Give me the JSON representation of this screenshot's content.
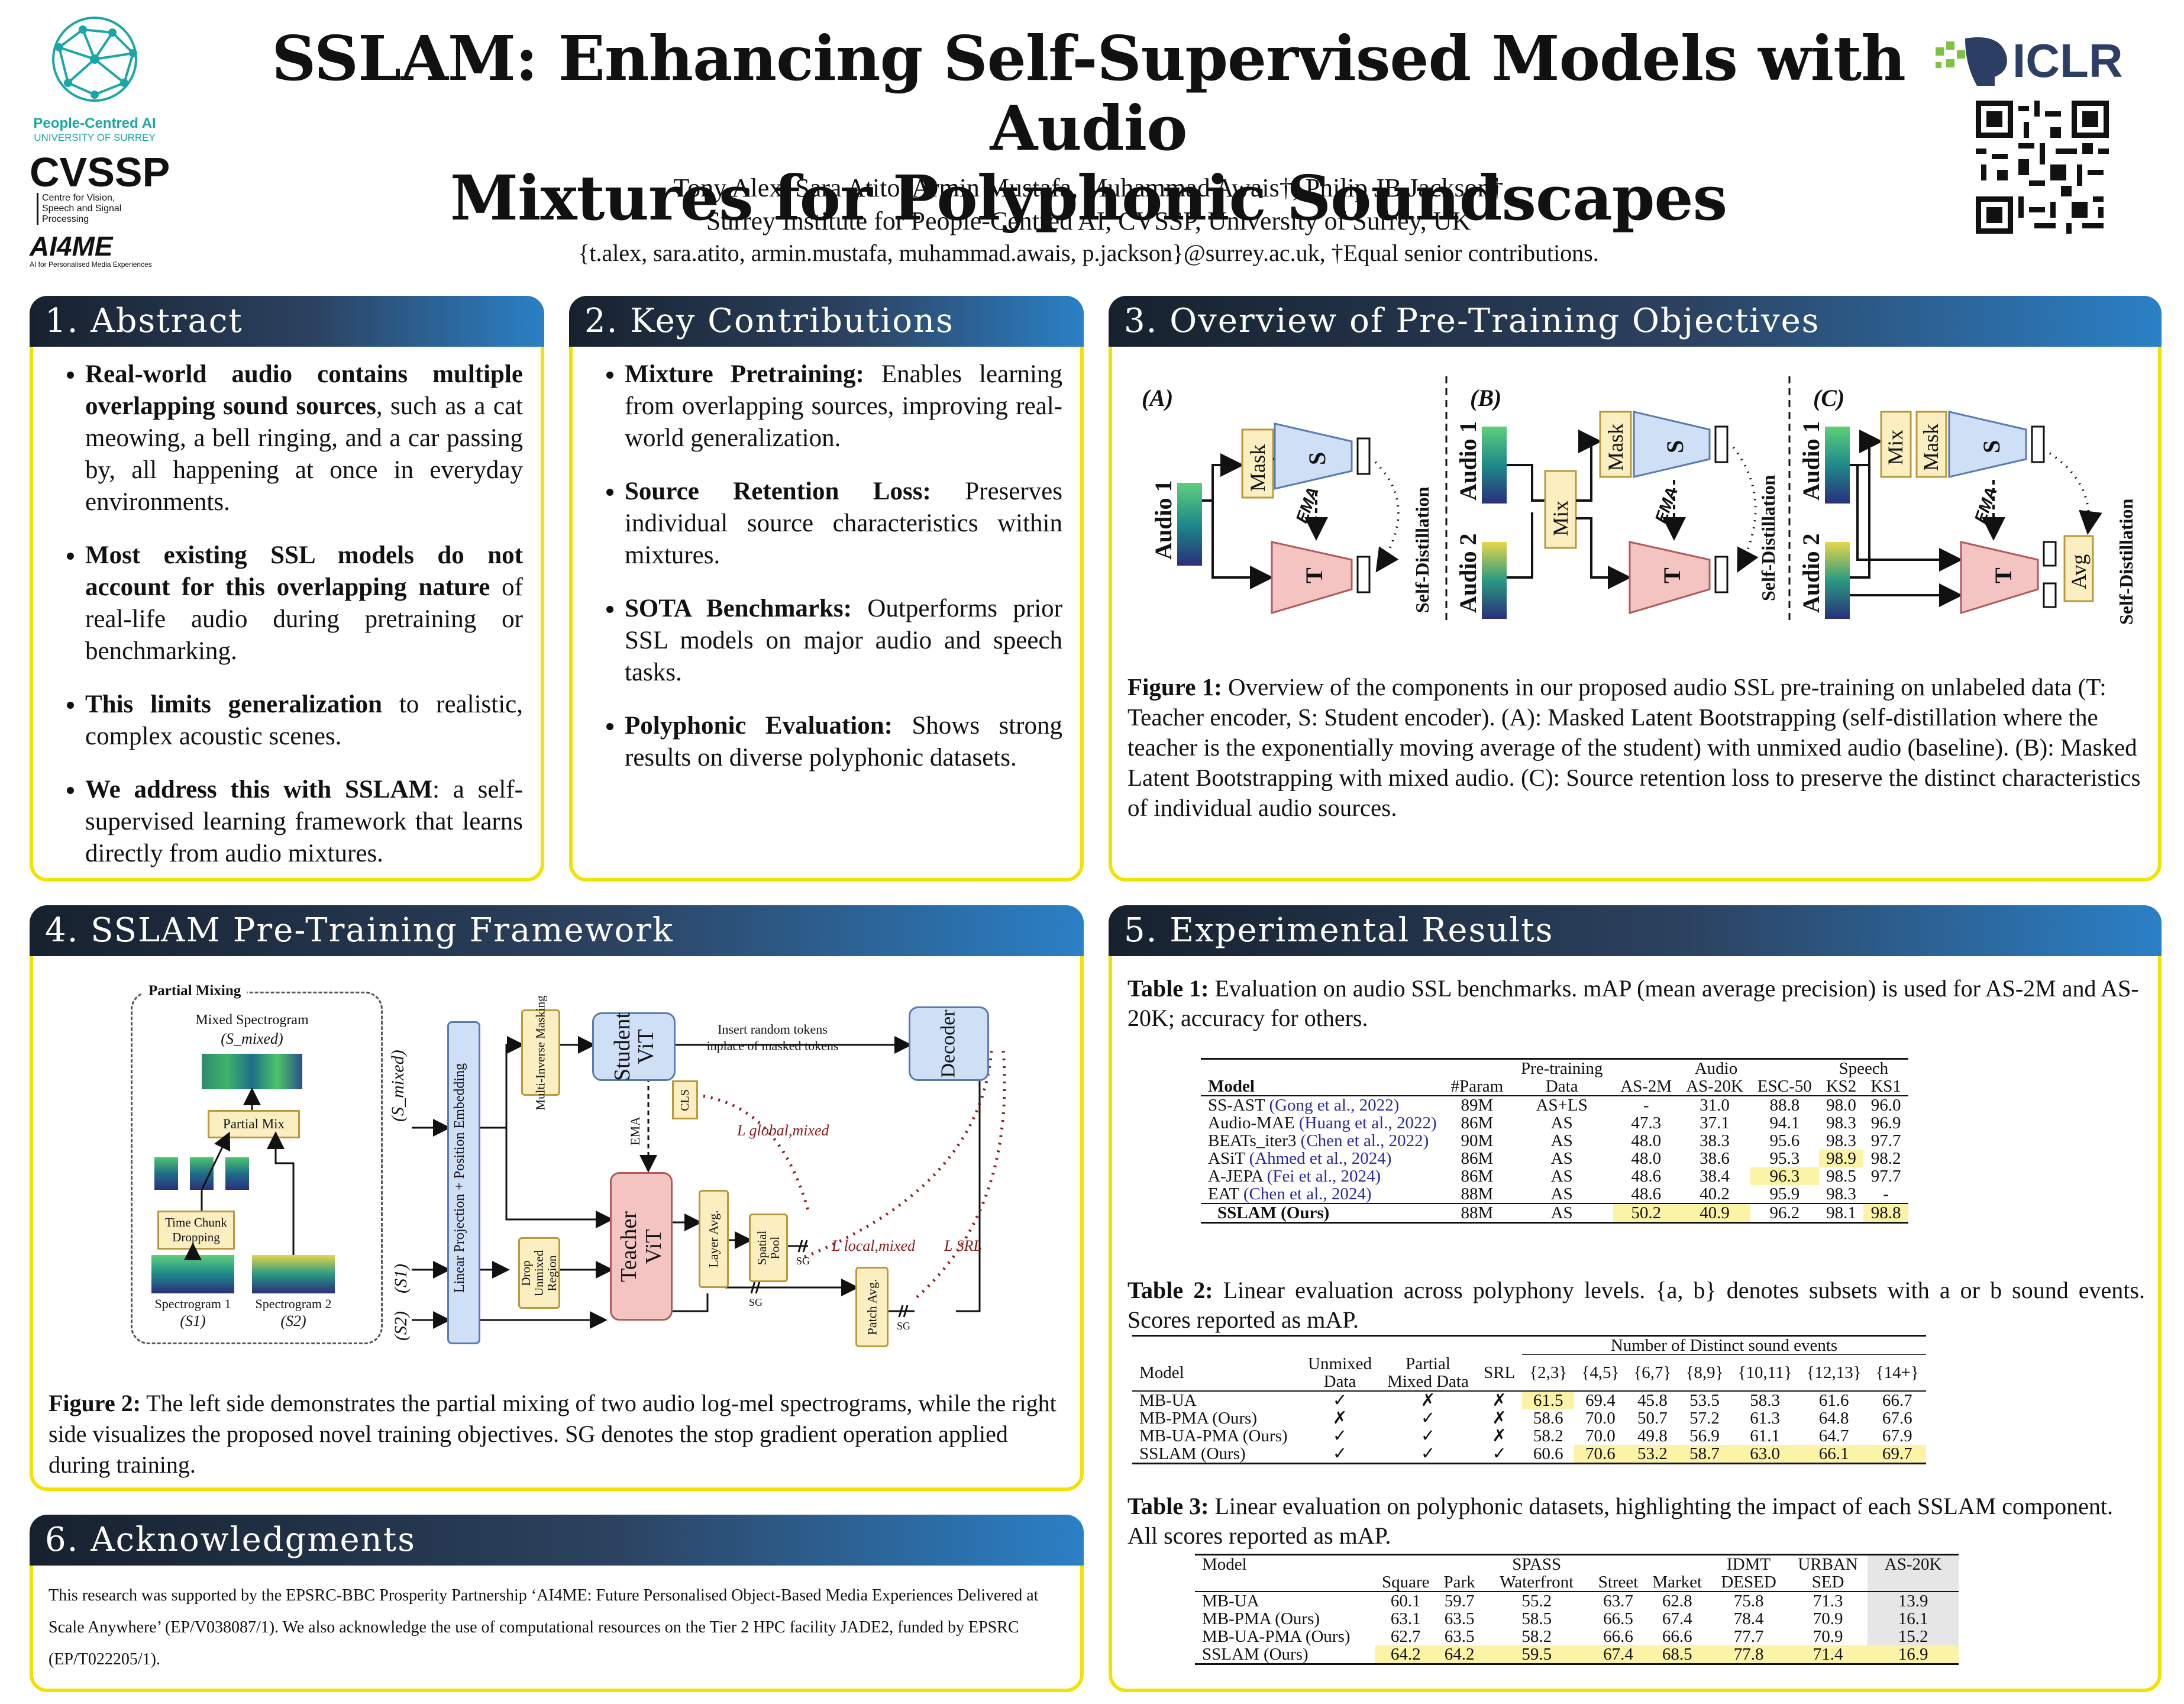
{
  "header": {
    "title_line1": "SSLAM: Enhancing Self-Supervised Models with Audio",
    "title_line2": "Mixtures for Polyphonic Soundscapes",
    "authors": "Tony Alex, Sara Atito, Armin Mustafa, Muhammad Awais†, Philip JB Jackson†",
    "affiliation": "Surrey Institute for People-Centred AI, CVSSP, University of Surrey, UK",
    "emails": "{t.alex, sara.atito, armin.mustafa, muhammad.awais, p.jackson}@surrey.ac.uk, †Equal senior contributions.",
    "logo_pcai_line1": "People-Centred AI",
    "logo_pcai_line2": "UNIVERSITY OF SURREY",
    "logo_cvssp": "CVSSP",
    "logo_cvssp_sub": "Centre for Vision, Speech and Signal Processing",
    "logo_ai4me": "AI4ME",
    "logo_ai4me_sub": "AI for Personalised Media Experiences",
    "logo_iclr": "ICLR"
  },
  "abstract": {
    "heading": "1. Abstract",
    "items": [
      {
        "bold": "Real-world audio contains multiple overlapping sound sources",
        "text": ", such as a cat meowing, a bell ringing, and a car passing by, all happening at once in everyday environments."
      },
      {
        "bold": "Most existing SSL models do not account for this overlapping nature",
        "text": " of real-life audio during pretraining or benchmarking."
      },
      {
        "bold": "This limits generalization",
        "text": " to realistic, complex acoustic scenes."
      },
      {
        "bold": "We address this with SSLAM",
        "text": ": a self-supervised learning framework that learns directly from audio mixtures."
      }
    ]
  },
  "contributions": {
    "heading": "2. Key Contributions",
    "items": [
      {
        "bold": "Mixture Pretraining:",
        "text": " Enables learning from overlapping sources, improving real-world generalization."
      },
      {
        "bold": "Source Retention Loss:",
        "text": " Preserves individual source characteristics within mixtures."
      },
      {
        "bold": "SOTA Benchmarks:",
        "text": " Outperforms prior SSL models on major audio and speech tasks."
      },
      {
        "bold": "Polyphonic Evaluation:",
        "text": " Shows strong results on diverse polyphonic datasets."
      }
    ]
  },
  "overview": {
    "heading": "3. Overview of Pre-Training Objectives",
    "panel_a": "(A)",
    "panel_b": "(B)",
    "panel_c": "(C)",
    "audio1": "Audio 1",
    "audio2": "Audio 2",
    "mask": "Mask",
    "mix": "Mix",
    "s": "S",
    "t": "T",
    "ema": "EMA",
    "avg": "Avg",
    "self_distillation": "Self-Distillation",
    "caption_bold": "Figure 1:",
    "caption": " Overview of the components in our proposed audio SSL pre-training on unlabeled data (T: Teacher encoder, S: Student encoder). (A): Masked Latent Bootstrapping (self-distillation where the teacher is the exponentially moving average of the student) with unmixed audio (baseline). (B): Masked Latent Bootstrapping with mixed audio. (C): Source retention loss to preserve the distinct characteristics of individual audio sources."
  },
  "framework": {
    "heading": "4. SSLAM Pre-Training Framework",
    "partial_mixing": "Partial Mixing",
    "mixed_spec": "Mixed Spectrogram",
    "s_mixed": "(S_mixed)",
    "partial_mix": "Partial Mix",
    "time_chunk": "Time Chunk Dropping",
    "spec1": "Spectrogram 1",
    "spec1_sym": "(S1)",
    "spec2": "Spectrogram 2",
    "spec2_sym": "(S2)",
    "in_mixed": "(S_mixed)",
    "in_s1": "(S1)",
    "in_s2": "(S2)",
    "linear_proj": "Linear Projection + Position Embedding",
    "multi_inverse": "Multi-Inverse Masking",
    "drop_unmixed": "Drop Unmixed Region",
    "student": "Student ViT",
    "teacher": "Teacher ViT",
    "insert_tokens": "Insert random tokens inplace of masked tokens",
    "decoder": "Decoder",
    "cls": "CLS",
    "ema": "EMA",
    "layer_avg": "Layer Avg.",
    "spatial_pool": "Spatial Pool",
    "patch_avg": "Patch Avg.",
    "sg": "SG",
    "l_global": "L global,mixed",
    "l_local": "L local,mixed",
    "l_srl": "L SRL",
    "caption_bold": "Figure 2:",
    "caption": " The left side demonstrates the partial mixing of two audio log-mel spectrograms, while the right side visualizes the proposed novel training objectives. SG denotes the stop gradient operation applied during training."
  },
  "ack": {
    "heading": "6. Acknowledgments",
    "text": "This research was supported by the EPSRC-BBC Prosperity Partnership ‘AI4ME: Future Personalised Object-Based Media Experiences Delivered at Scale Anywhere’ (EP/V038087/1). We also acknowledge the use of computational resources on the Tier 2 HPC facility JADE2, funded by EPSRC (EP/T022205/1)."
  },
  "results": {
    "heading": "5. Experimental Results",
    "t1_caption_bold": "Table 1:",
    "t1_caption": " Evaluation on audio SSL benchmarks. mAP (mean average precision) is used for AS-2M and AS-20K; accuracy for others.",
    "t1_group_audio": "Audio",
    "t1_group_speech": "Speech",
    "t1_head": [
      "Model",
      "#Param",
      "Pre-training Data",
      "AS-2M",
      "AS-20K",
      "ESC-50",
      "KS2",
      "KS1"
    ],
    "t1_rows": [
      {
        "name": "SS-AST",
        "cite": "(Gong et al., 2022)",
        "cells": [
          "89M",
          "AS+LS",
          "-",
          "31.0",
          "88.8",
          "98.0",
          "96.0"
        ]
      },
      {
        "name": "Audio-MAE",
        "cite": "(Huang et al., 2022)",
        "cells": [
          "86M",
          "AS",
          "47.3",
          "37.1",
          "94.1",
          "98.3",
          "96.9"
        ]
      },
      {
        "name": "BEATs_iter3",
        "cite": "(Chen et al., 2022)",
        "cells": [
          "90M",
          "AS",
          "48.0",
          "38.3",
          "95.6",
          "98.3",
          "97.7"
        ]
      },
      {
        "name": "ASiT",
        "cite": "(Ahmed et al., 2024)",
        "cells": [
          "86M",
          "AS",
          "48.0",
          "38.6",
          "95.3",
          "98.9",
          "98.2"
        ]
      },
      {
        "name": "A-JEPA",
        "cite": "(Fei et al., 2024)",
        "cells": [
          "86M",
          "AS",
          "48.6",
          "38.4",
          "96.3",
          "98.5",
          "97.7"
        ]
      },
      {
        "name": "EAT",
        "cite": "(Chen et al., 2024)",
        "cells": [
          "88M",
          "AS",
          "48.6",
          "40.2",
          "95.9",
          "98.3",
          "-"
        ]
      },
      {
        "name": "SSLAM (Ours)",
        "cite": "",
        "cells": [
          "88M",
          "AS",
          "50.2",
          "40.9",
          "96.2",
          "98.1",
          "98.8"
        ]
      }
    ],
    "t2_caption_bold": "Table 2:",
    "t2_caption": " Linear evaluation across polyphony levels. {a, b} denotes subsets with a or b sound events. Scores reported as mAP.",
    "t2_group": "Number of Distinct sound events",
    "t2_head": [
      "Model",
      "Unmixed Data",
      "Partial Mixed Data",
      "SRL",
      "{2,3}",
      "{4,5}",
      "{6,7}",
      "{8,9}",
      "{10,11}",
      "{12,13}",
      "{14+}"
    ],
    "t2_rows": [
      {
        "cells": [
          "MB-UA",
          "✓",
          "✗",
          "✗",
          "61.5",
          "69.4",
          "45.8",
          "53.5",
          "58.3",
          "61.6",
          "66.7"
        ]
      },
      {
        "cells": [
          "MB-PMA (Ours)",
          "✗",
          "✓",
          "✗",
          "58.6",
          "70.0",
          "50.7",
          "57.2",
          "61.3",
          "64.8",
          "67.6"
        ]
      },
      {
        "cells": [
          "MB-UA-PMA (Ours)",
          "✓",
          "✓",
          "✗",
          "58.2",
          "70.0",
          "49.8",
          "56.9",
          "61.1",
          "64.7",
          "67.9"
        ]
      },
      {
        "cells": [
          "SSLAM (Ours)",
          "✓",
          "✓",
          "✓",
          "60.6",
          "70.6",
          "53.2",
          "58.7",
          "63.0",
          "66.1",
          "69.7"
        ]
      }
    ],
    "t3_caption_bold": "Table 3:",
    "t3_caption": " Linear evaluation on polyphonic datasets, highlighting the impact of each SSLAM component. All scores reported as mAP.",
    "t3_head": [
      "Model",
      "Square",
      "Park",
      "SPASS Waterfront",
      "Street",
      "Market",
      "IDMT DESED",
      "URBAN SED",
      "AS-20K"
    ],
    "t3_rows": [
      {
        "cells": [
          "MB-UA",
          "60.1",
          "59.7",
          "55.2",
          "63.7",
          "62.8",
          "75.8",
          "71.3",
          "13.9"
        ]
      },
      {
        "cells": [
          "MB-PMA (Ours)",
          "63.1",
          "63.5",
          "58.5",
          "66.5",
          "67.4",
          "78.4",
          "70.9",
          "16.1"
        ]
      },
      {
        "cells": [
          "MB-UA-PMA (Ours)",
          "62.7",
          "63.5",
          "58.2",
          "66.6",
          "66.6",
          "77.7",
          "70.9",
          "15.2"
        ]
      },
      {
        "cells": [
          "SSLAM (Ours)",
          "64.2",
          "64.2",
          "59.5",
          "67.4",
          "68.5",
          "77.8",
          "71.4",
          "16.9"
        ]
      }
    ]
  },
  "colors": {
    "panel_border": "#f2e200",
    "header_dark": "#17212e",
    "header_blue": "#2b80c6",
    "highlight": "#fbf3a6",
    "student_fill": "#cfe0f6",
    "teacher_fill": "#f4c4c2",
    "mask_fill": "#fbeec0",
    "loss_red": "#8b1a1a"
  },
  "icons": [
    "brain-network-icon",
    "qr-code-icon",
    "iclr-logo-icon"
  ]
}
